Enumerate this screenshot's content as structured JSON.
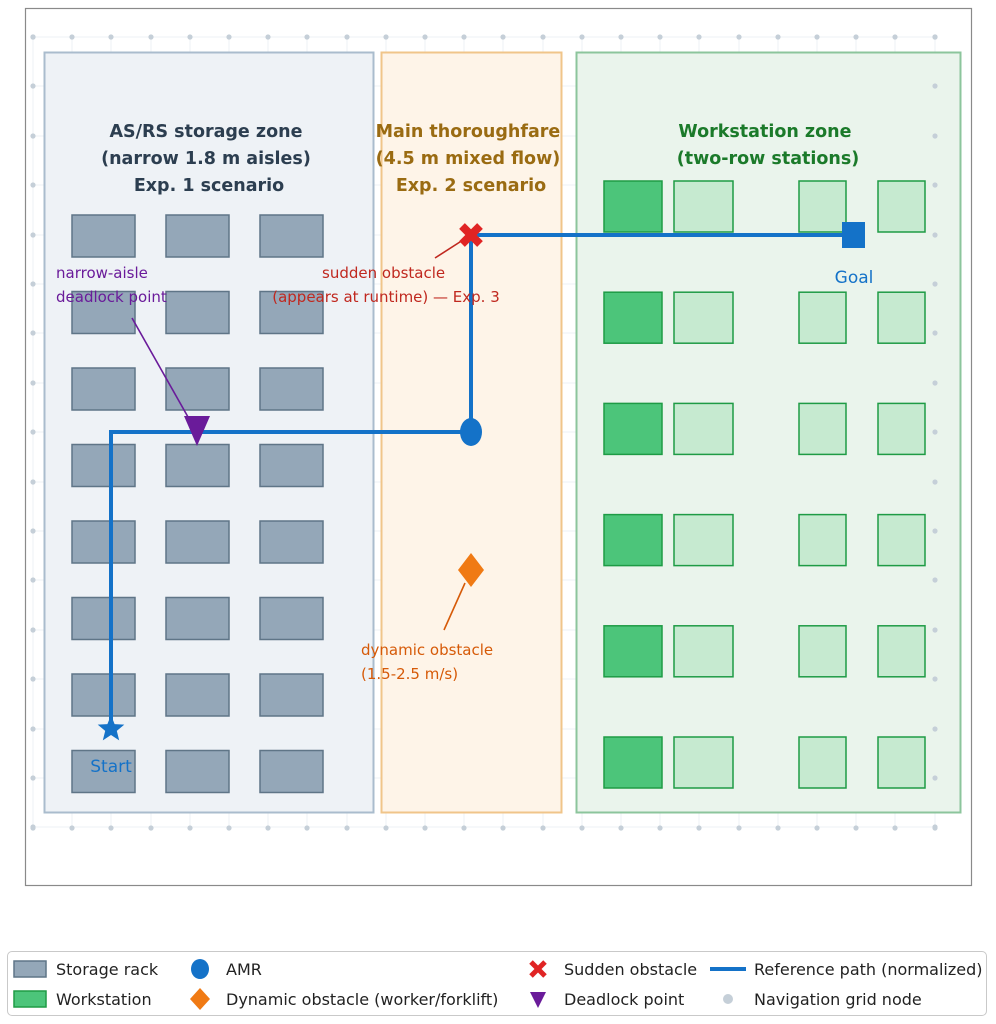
{
  "zones": [
    {
      "id": "asrs",
      "title_lines": [
        "AS/RS storage zone",
        "(narrow 1.8 m aisles)",
        "Exp. 1 scenario"
      ],
      "fill": "#eef2f6",
      "stroke": "#aabccd",
      "text_color": "#2c3e50"
    },
    {
      "id": "thoroughfare",
      "title_lines": [
        "Main thoroughfare",
        "(4.5 m mixed flow)",
        "Exp. 2 scenario"
      ],
      "fill": "#fef4e8",
      "stroke": "#f0c58a",
      "text_color": "#9a6b12"
    },
    {
      "id": "workstation",
      "title_lines": [
        "Workstation zone",
        "(two-row stations)"
      ],
      "fill": "#eaf4ec",
      "stroke": "#8cc59c",
      "text_color": "#1b7a2a"
    }
  ],
  "annotations": {
    "sudden_obstacle": [
      "sudden obstacle",
      "(appears at runtime) — Exp. 3"
    ],
    "deadlock": [
      "narrow-aisle",
      "deadlock point"
    ],
    "dynamic_obstacle": [
      "dynamic obstacle",
      "(1.5-2.5 m/s)"
    ],
    "start": "Start",
    "goal": "Goal"
  },
  "legend": [
    {
      "id": "rack",
      "symbol": "rack-swatch",
      "label": "Storage rack"
    },
    {
      "id": "workstation",
      "symbol": "workstation-swatch",
      "label": "Workstation"
    },
    {
      "id": "amr",
      "symbol": "circle",
      "label": "AMR"
    },
    {
      "id": "dynamic",
      "symbol": "diamond",
      "label": "Dynamic obstacle (worker/forklift)"
    },
    {
      "id": "sudden",
      "symbol": "cross",
      "label": "Sudden obstacle"
    },
    {
      "id": "deadlock",
      "symbol": "triangle-down",
      "label": "Deadlock point"
    },
    {
      "id": "path",
      "symbol": "line",
      "label": "Reference path (normalized)"
    },
    {
      "id": "grid",
      "symbol": "dot",
      "label": "Navigation grid node"
    }
  ],
  "colors": {
    "rack_fill": "#94a7b8",
    "rack_stroke": "#5f7587",
    "ws_dark": "#4cc57a",
    "ws_light": "#c6ead0",
    "ws_stroke": "#1e9b45",
    "path": "#1472c8",
    "amr": "#1472c8",
    "sudden": "#e02424",
    "sudden_text": "#c0281f",
    "deadlock": "#6a1b9a",
    "dynamic": "#f07a14",
    "dynamic_text": "#d65a08",
    "grid_node": "#c5cfd8"
  }
}
